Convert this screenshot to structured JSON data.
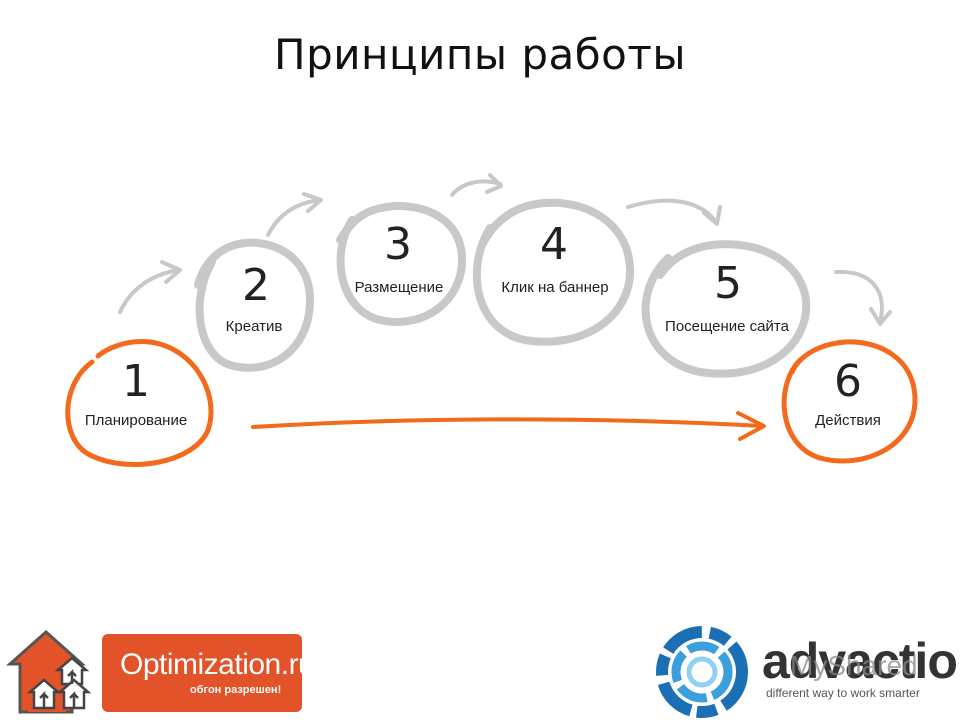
{
  "slide": {
    "title": "Принципы работы"
  },
  "steps": [
    {
      "number": "1",
      "label": "Планирование",
      "color": "#f26a1b"
    },
    {
      "number": "2",
      "label": "Креатив",
      "color": "#c8c8c8"
    },
    {
      "number": "3",
      "label": "Размещение",
      "color": "#c8c8c8"
    },
    {
      "number": "4",
      "label": "Клик на баннер",
      "color": "#c8c8c8"
    },
    {
      "number": "5",
      "label": "Посещение сайта",
      "color": "#c8c8c8"
    },
    {
      "number": "6",
      "label": "Действия",
      "color": "#f26a1b"
    }
  ],
  "logos": {
    "left": {
      "brand": "Optimization.ru",
      "slogan": "обгон разрешен!",
      "color": "#e2532a",
      "icon": "house-icon"
    },
    "right": {
      "brand": "advaction",
      "tagline": "different way to work smarter",
      "watermark": "MyShared",
      "icon": "ring-logo-icon"
    }
  }
}
